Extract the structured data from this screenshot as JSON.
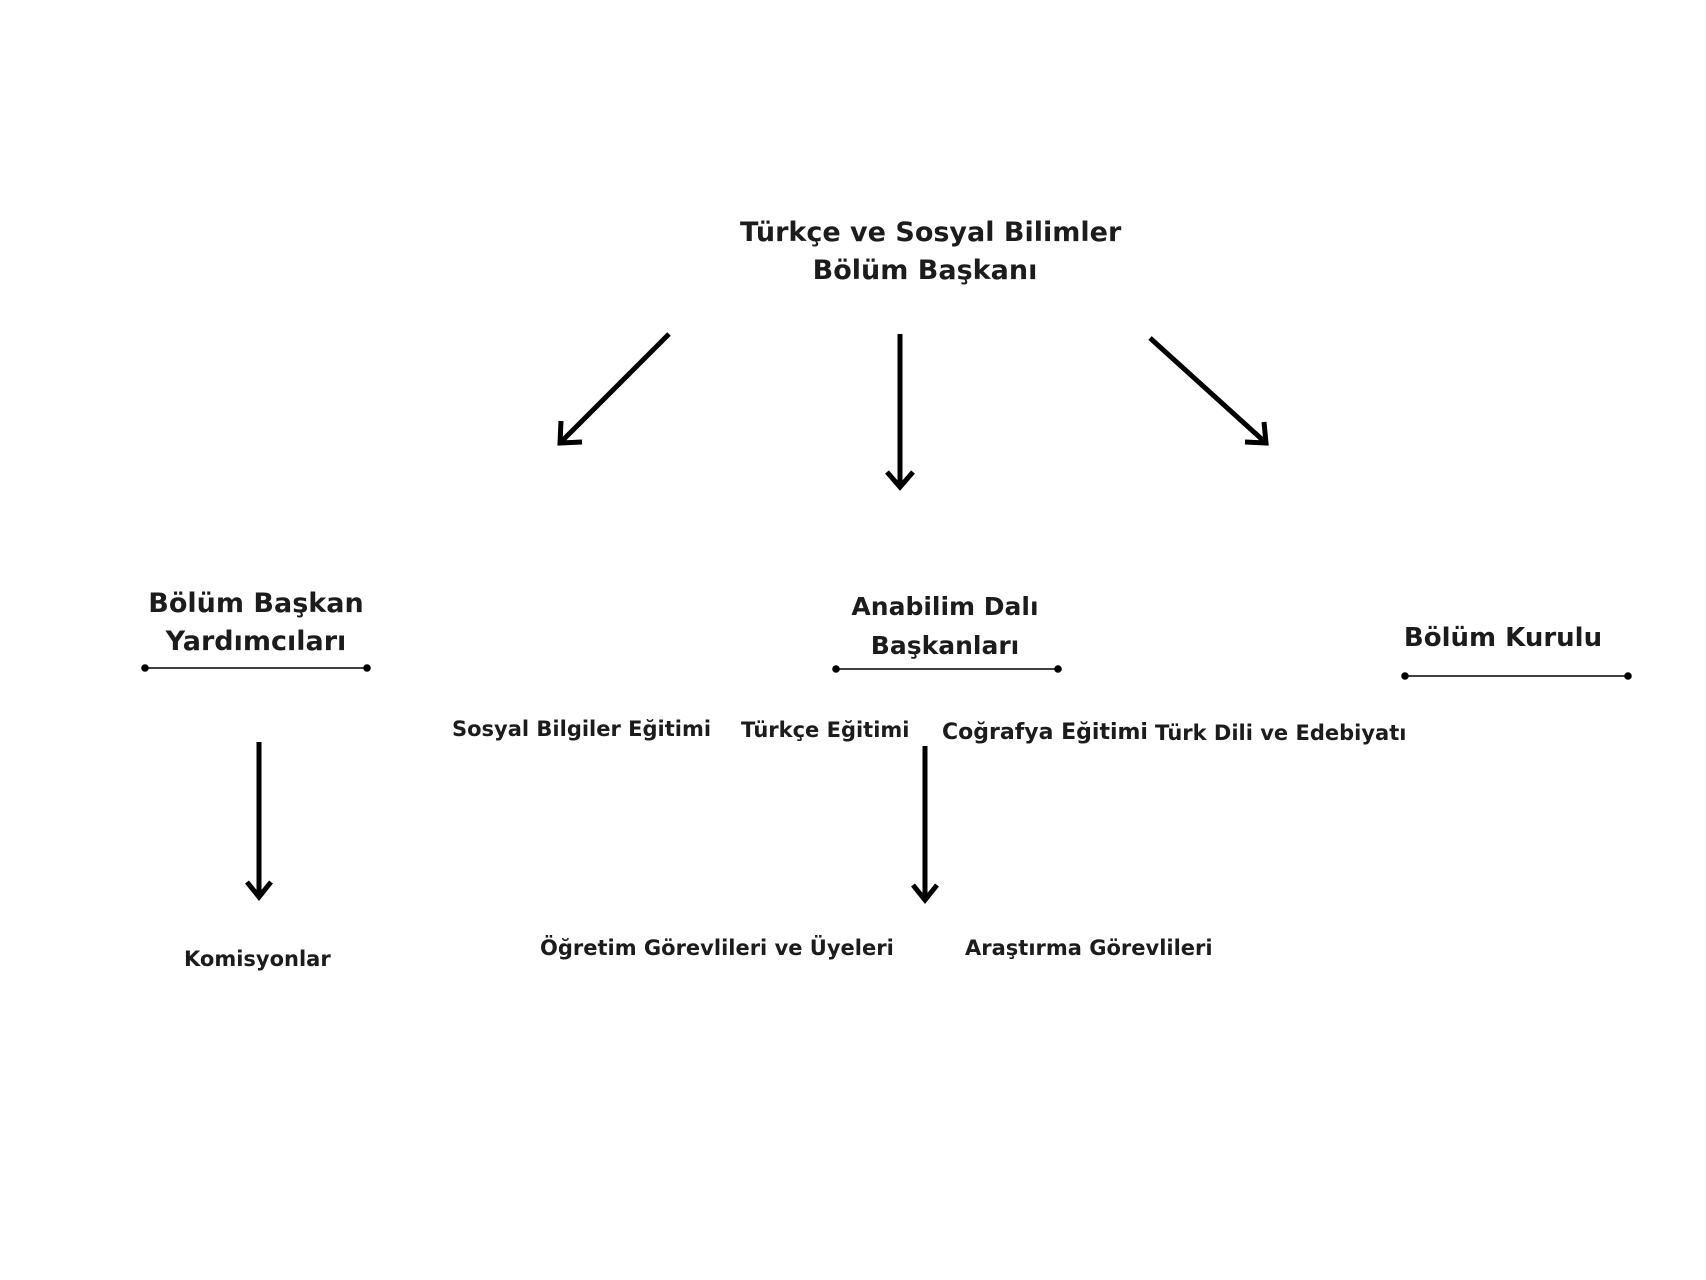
{
  "top": {
    "line1": "Türkçe ve Sosyal Bilimler",
    "line2": "Bölüm Başkanı"
  },
  "branches": {
    "vice_chairs": {
      "line1": "Bölüm Başkan",
      "line2": "Yardımcıları"
    },
    "dept_heads": {
      "line1": "Anabilim Dalı",
      "line2": "Başkanları"
    },
    "council": "Bölüm Kurulu"
  },
  "departments": [
    "Sosyal Bilgiler Eğitimi",
    "Türkçe Eğitimi",
    "Coğrafya Eğitimi",
    "Türk Dili ve Edebiyatı"
  ],
  "lower": {
    "commissions": "Komisyonlar",
    "faculty": "Öğretim Görevlileri ve Üyeleri",
    "assistants": "Araştırma Görevlileri"
  },
  "colors": {
    "text": "#1c1c1c",
    "line": "#000000",
    "background": "#ffffff"
  }
}
